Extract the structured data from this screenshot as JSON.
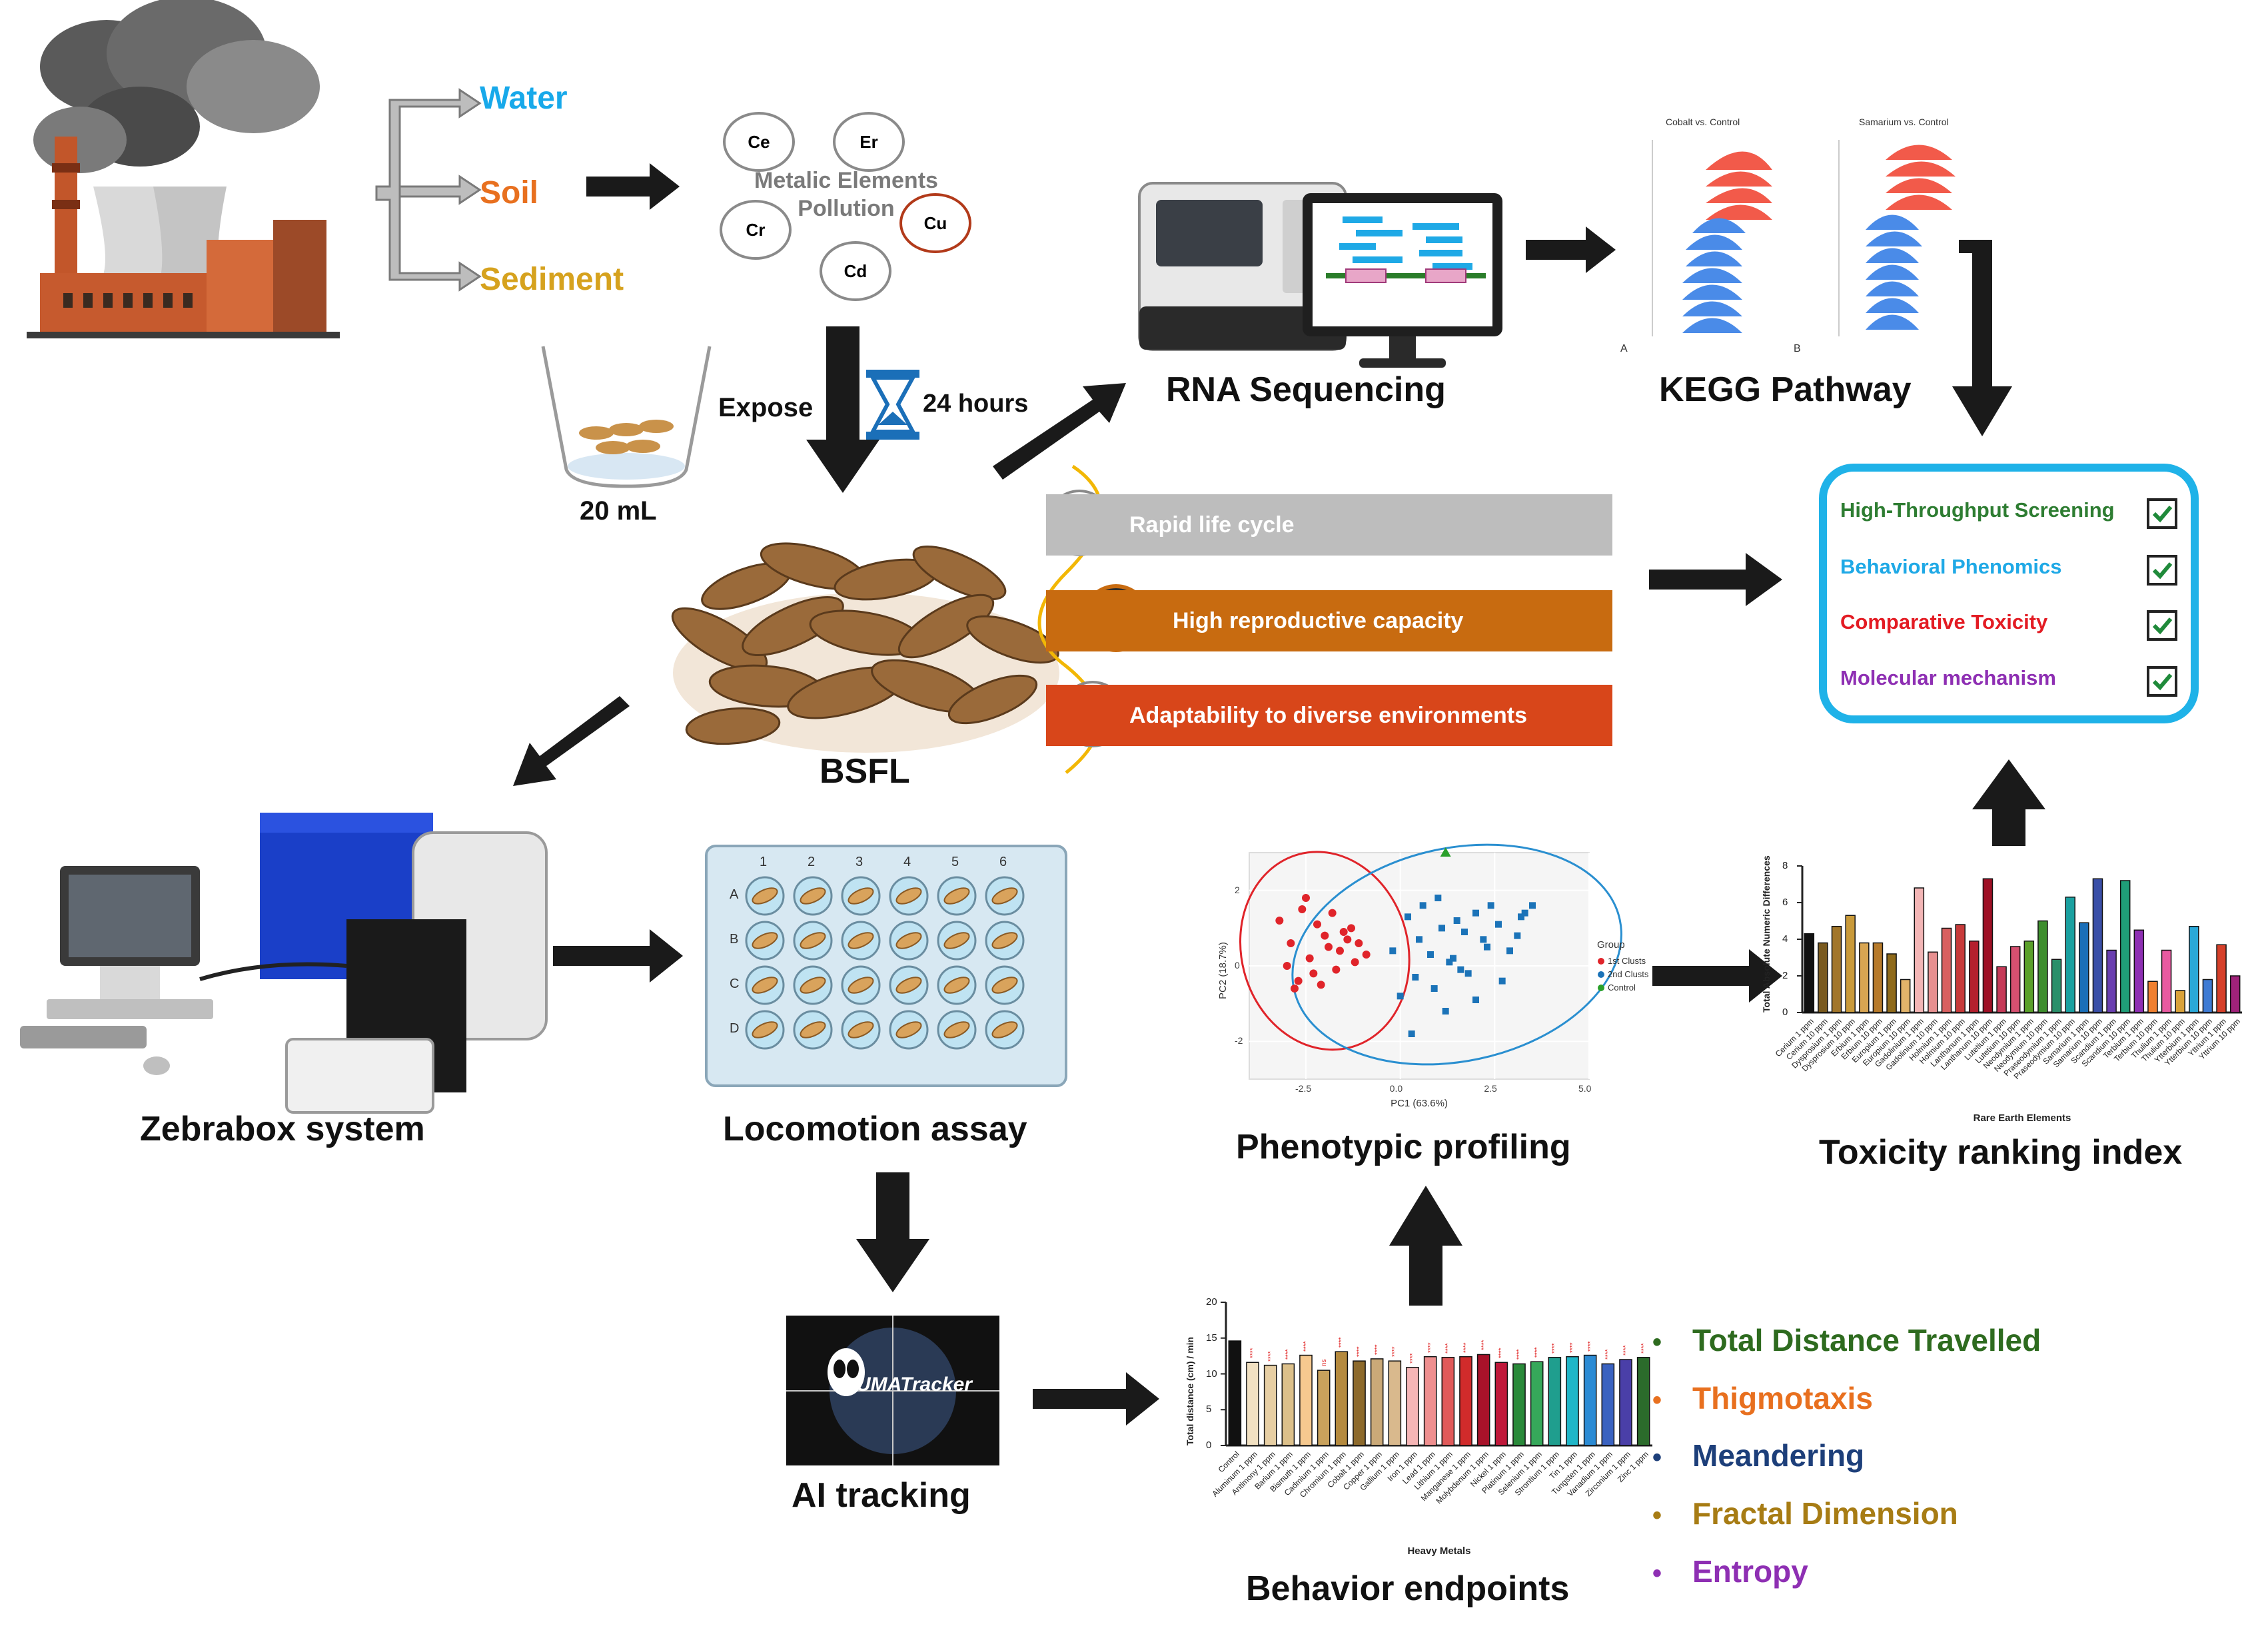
{
  "pollution": {
    "media": [
      {
        "label": "Water",
        "color": "#18a9ea"
      },
      {
        "label": "Soil",
        "color": "#e8701f"
      },
      {
        "label": "Sediment",
        "color": "#d6a21e"
      }
    ],
    "elements": [
      "Ce",
      "Er",
      "Cr",
      "Cu",
      "Cd"
    ],
    "cluster_label": "Metalic Elements Pollution"
  },
  "exposure": {
    "volume": "20 mL",
    "expose_label": "Expose",
    "duration": "24 hours",
    "organism": "BSFL"
  },
  "sequencing": {
    "caption": "RNA Sequencing"
  },
  "kegg": {
    "caption": "KEGG Pathway",
    "panel_titles": [
      "Cobalt vs. Control",
      "Samarium vs. Control"
    ],
    "panel_letters": [
      "A",
      "B"
    ]
  },
  "advantages": [
    {
      "label": "Rapid life cycle",
      "color": "#bdbdbd"
    },
    {
      "label": "High reproductive capacity",
      "color": "#c86b10"
    },
    {
      "label": "Adaptability to diverse environments",
      "color": "#d8461a"
    }
  ],
  "criteria": [
    {
      "label": "High-Throughput Screening",
      "color": "#2e7d32"
    },
    {
      "label": "Behavioral Phenomics",
      "color": "#1fa9e6"
    },
    {
      "label": "Comparative Toxicity",
      "color": "#e31b23"
    },
    {
      "label": "Molecular mechanism",
      "color": "#8e2fb3"
    }
  ],
  "workflow": {
    "zebrabox": "Zebrabox system",
    "locomotion": "Locomotion assay",
    "plate_columns": [
      "1",
      "2",
      "3",
      "4",
      "5",
      "6"
    ],
    "plate_rows": [
      "A",
      "B",
      "C",
      "D"
    ],
    "ai_tracking": "AI tracking",
    "tracker_name": "UMATracker",
    "behavior": "Behavior endpoints",
    "phenotypic": "Phenotypic profiling",
    "toxicity": "Toxicity ranking index"
  },
  "endpoints": [
    {
      "label": "Total Distance Travelled",
      "color": "#2e6b1f"
    },
    {
      "label": "Thigmotaxis",
      "color": "#e8701f"
    },
    {
      "label": "Meandering",
      "color": "#1d3f7a"
    },
    {
      "label": "Fractal Dimension",
      "color": "#a77c14"
    },
    {
      "label": "Entropy",
      "color": "#8e2fb3"
    }
  ],
  "chart_data": [
    {
      "type": "bar",
      "title": "",
      "xlabel": "Heavy Metals",
      "ylabel": "Total distance (cm) / min",
      "ylim": [
        0,
        20
      ],
      "yticks": [
        0,
        5,
        10,
        15,
        20
      ],
      "categories": [
        "Control",
        "Aluminum 1 ppm",
        "Antimony 1 ppm",
        "Barium 1 ppm",
        "Bismuth 1 ppm",
        "Cadmium 1 ppm",
        "Chromium 1 ppm",
        "Cobalt 1 ppm",
        "Copper 1 ppm",
        "Gallium 1 ppm",
        "Iron 1 ppm",
        "Lead 1 ppm",
        "Lithium 1 ppm",
        "Manganese 1 ppm",
        "Molybdenum 1 ppm",
        "Nickel 1 ppm",
        "Platinum 1 ppm",
        "Selenium 1 ppm",
        "Strontium 1 ppm",
        "Tin 1 ppm",
        "Tungsten 1 ppm",
        "Vanadium 1 ppm",
        "Zirconium 1 ppm",
        "Zinc 1 ppm"
      ],
      "values": [
        14.6,
        11.6,
        11.2,
        11.4,
        12.6,
        10.5,
        13.1,
        11.8,
        12.1,
        11.8,
        10.9,
        12.4,
        12.3,
        12.4,
        12.7,
        11.6,
        11.4,
        11.7,
        12.3,
        12.4,
        12.6,
        11.4,
        12.0,
        12.3
      ],
      "colors": [
        "#111111",
        "#f2e1c2",
        "#e7cfa4",
        "#dcc08a",
        "#f6c98f",
        "#c9a25c",
        "#b58a3e",
        "#8d6a2c",
        "#caa978",
        "#d9b98d",
        "#f6b6b6",
        "#ef8f8f",
        "#e05a5a",
        "#d12b2b",
        "#a8122a",
        "#c0183a",
        "#2a8a3a",
        "#36a85a",
        "#1f9e8e",
        "#1fb6c8",
        "#2b8bd4",
        "#3a62c0",
        "#4a3fa8",
        "#2b6b2b"
      ],
      "annotations": [
        "ns"
      ]
    },
    {
      "type": "bar",
      "title": "",
      "xlabel": "Rare Earth Elements",
      "ylabel": "Total Absolute Numeric Differences",
      "ylim": [
        0,
        8
      ],
      "yticks": [
        0,
        2,
        4,
        6,
        8
      ],
      "categories": [
        "Cerium 1 ppm",
        "Cerium 10 ppm",
        "Dysprosium 1 ppm",
        "Dysprosium 10 ppm",
        "Erbium 1 ppm",
        "Erbium 10 ppm",
        "Europium 1 ppm",
        "Europium 10 ppm",
        "Gadolinium 1 ppm",
        "Gadolinium 10 ppm",
        "Holmium 1 ppm",
        "Holmium 10 ppm",
        "Lanthanum 1 ppm",
        "Lanthanum 10 ppm",
        "Lutetium 1 ppm",
        "Lutetium 10 ppm",
        "Neodymium 1 ppm",
        "Neodymium 10 ppm",
        "Praseodymium 1 ppm",
        "Praseodymium 10 ppm",
        "Samarium 1 ppm",
        "Samarium 10 ppm",
        "Scandium 1 ppm",
        "Scandium 10 ppm",
        "Terbium 1 ppm",
        "Terbium 10 ppm",
        "Thulium 1 ppm",
        "Thulium 10 ppm",
        "Ytterbium 1 ppm",
        "Ytterbium 10 ppm",
        "Yttrium 1 ppm",
        "Yttrium 10 ppm"
      ],
      "values": [
        4.3,
        3.8,
        4.7,
        5.3,
        3.8,
        3.8,
        3.2,
        1.8,
        6.8,
        3.3,
        4.6,
        4.8,
        3.9,
        7.3,
        2.5,
        3.6,
        3.9,
        5.0,
        2.9,
        6.3,
        4.9,
        7.3,
        3.4,
        7.2,
        4.5,
        1.7,
        3.4,
        1.2,
        4.7,
        1.8,
        3.7,
        2.0
      ],
      "colors": [
        "#111111",
        "#7a5a1e",
        "#a2762a",
        "#c99a3a",
        "#d8a552",
        "#b77a2a",
        "#8f6a1a",
        "#e2b46a",
        "#f3b6b6",
        "#e79090",
        "#d86060",
        "#c73a3a",
        "#b4202e",
        "#9e0f25",
        "#c63a58",
        "#d65070",
        "#5aa02a",
        "#3e8e2e",
        "#2a8f6a",
        "#1aa0a0",
        "#1b6fb8",
        "#3a4fa8",
        "#6a3fb0",
        "#1f9e78",
        "#8e2fb3",
        "#f08030",
        "#e85aa0",
        "#d9a23a",
        "#2aa8d8",
        "#3e7bd4",
        "#d6402a",
        "#a0227a"
      ]
    },
    {
      "type": "scatter",
      "title": "",
      "xlabel": "PC1 (63.6%)",
      "ylabel": "PC2 (18.7%)",
      "xlim": [
        -4,
        5
      ],
      "ylim": [
        -3,
        3
      ],
      "xticks": [
        -2.5,
        0.0,
        2.5,
        5.0
      ],
      "yticks": [
        -2,
        0,
        2
      ],
      "legend_title": "Group",
      "legend_position": "right",
      "series": [
        {
          "name": "1st Clusts",
          "color": "#e0242a",
          "x": [
            -3.2,
            -2.9,
            -2.6,
            -2.4,
            -2.2,
            -2.0,
            -1.8,
            -1.6,
            -1.5,
            -1.3,
            -1.1,
            -0.9,
            -3.0,
            -2.7,
            -2.3,
            -1.9,
            -1.7,
            -1.4,
            -2.8,
            -2.1,
            -1.2,
            -2.5
          ],
          "y": [
            1.2,
            0.6,
            1.5,
            0.2,
            1.1,
            0.8,
            1.4,
            0.4,
            0.9,
            1.0,
            0.6,
            0.3,
            0.0,
            -0.4,
            -0.2,
            0.5,
            -0.1,
            0.7,
            -0.6,
            -0.5,
            0.1,
            1.8
          ]
        },
        {
          "name": "2nd Clusts",
          "color": "#1b73b8",
          "x": [
            0.2,
            0.5,
            0.8,
            1.1,
            1.4,
            1.7,
            2.0,
            2.3,
            2.6,
            2.9,
            3.2,
            3.5,
            0.4,
            0.9,
            1.3,
            1.8,
            2.2,
            2.7,
            3.1,
            0.6,
            1.0,
            1.5,
            2.4,
            3.3,
            -0.2,
            0.0,
            1.2,
            2.0,
            0.3,
            1.6
          ],
          "y": [
            1.3,
            0.7,
            0.3,
            1.0,
            0.2,
            0.9,
            1.4,
            0.5,
            1.1,
            0.4,
            1.3,
            1.6,
            -0.3,
            -0.6,
            0.1,
            -0.2,
            0.7,
            -0.4,
            0.8,
            1.6,
            1.8,
            1.2,
            1.6,
            1.4,
            0.4,
            -0.8,
            -1.2,
            -0.9,
            -1.8,
            -0.1
          ]
        },
        {
          "name": "Control",
          "color": "#2aa02a",
          "x": [
            1.2
          ],
          "y": [
            3.0
          ]
        }
      ]
    }
  ]
}
